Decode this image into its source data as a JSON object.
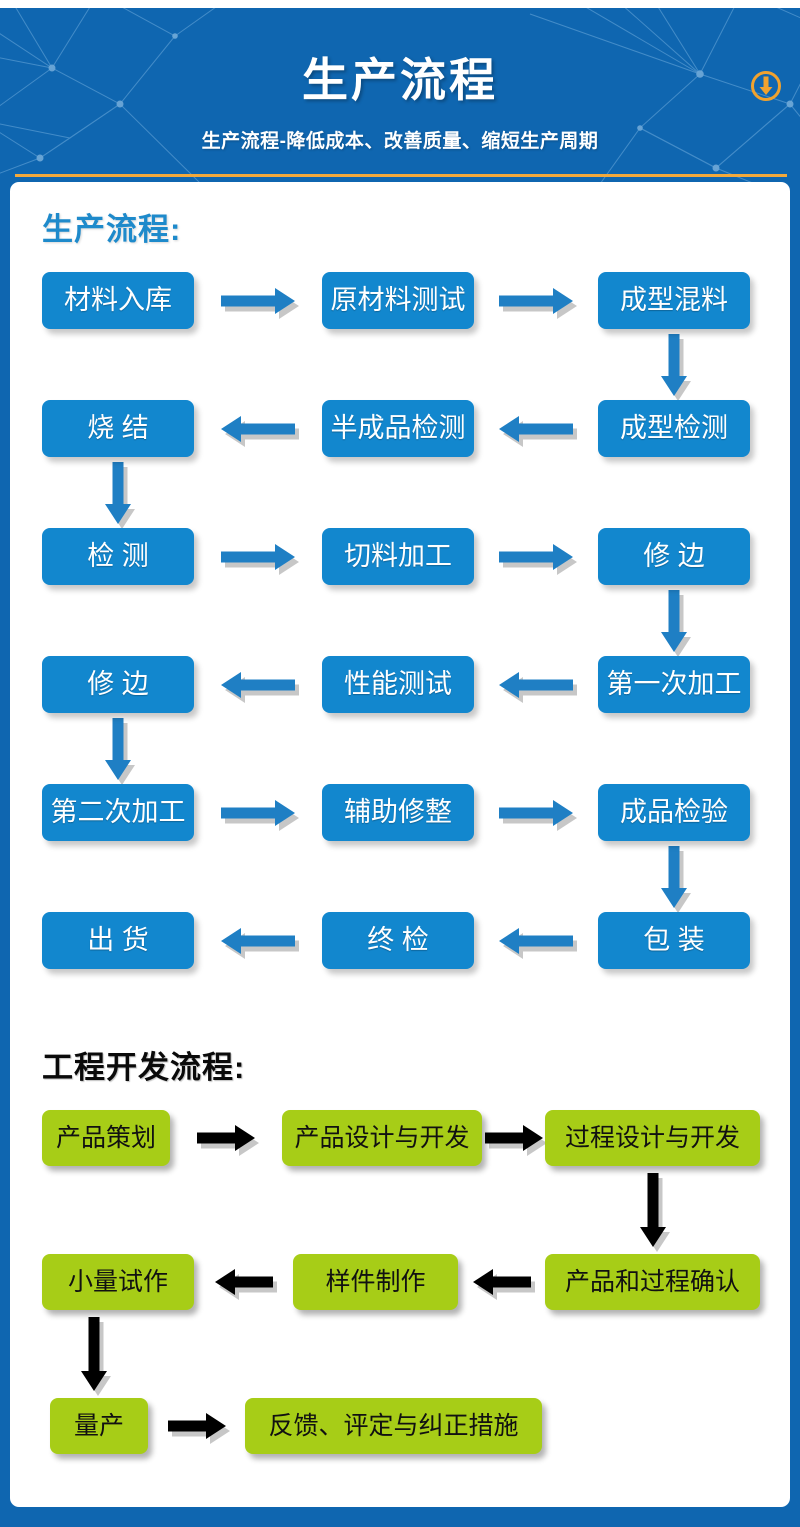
{
  "header": {
    "title": "生产流程",
    "subtitle": "生产流程-降低成本、改善质量、缩短生产周期",
    "download_icon": "download-circle-icon",
    "bg_color": "#0f66b0",
    "accent_line_color": "#f3a93c"
  },
  "sections": [
    {
      "id": "production",
      "title": "生产流程:",
      "title_color": "#1e8acb",
      "node_color": "#1287ce",
      "node_text_color": "#ffffff",
      "arrow_color": "#1f7fc4",
      "nodes": [
        {
          "label": "材料入库",
          "col": 0,
          "row": 0
        },
        {
          "label": "原材料测试",
          "col": 1,
          "row": 0
        },
        {
          "label": "成型混料",
          "col": 2,
          "row": 0
        },
        {
          "label": "成型检测",
          "col": 2,
          "row": 1
        },
        {
          "label": "半成品检测",
          "col": 1,
          "row": 1
        },
        {
          "label": "烧 结",
          "col": 0,
          "row": 1
        },
        {
          "label": "检 测",
          "col": 0,
          "row": 2
        },
        {
          "label": "切料加工",
          "col": 1,
          "row": 2
        },
        {
          "label": "修 边",
          "col": 2,
          "row": 2
        },
        {
          "label": "第一次加工",
          "col": 2,
          "row": 3
        },
        {
          "label": "性能测试",
          "col": 1,
          "row": 3
        },
        {
          "label": "修 边",
          "col": 0,
          "row": 3
        },
        {
          "label": "第二次加工",
          "col": 0,
          "row": 4
        },
        {
          "label": "辅助修整",
          "col": 1,
          "row": 4
        },
        {
          "label": "成品检验",
          "col": 2,
          "row": 4
        },
        {
          "label": "包 装",
          "col": 2,
          "row": 5
        },
        {
          "label": "终 检",
          "col": 1,
          "row": 5
        },
        {
          "label": "出 货",
          "col": 0,
          "row": 5
        }
      ]
    },
    {
      "id": "engineering",
      "title": "工程开发流程:",
      "title_color": "#0a0a0a",
      "node_color": "#a7cd17",
      "node_text_color": "#111111",
      "arrow_color": "#000000",
      "nodes": [
        {
          "label": "产品策划",
          "col": 0,
          "row": 0
        },
        {
          "label": "产品设计与开发",
          "col": 1,
          "row": 0
        },
        {
          "label": "过程设计与开发",
          "col": 2,
          "row": 0
        },
        {
          "label": "产品和过程确认",
          "col": 2,
          "row": 1
        },
        {
          "label": "样件制作",
          "col": 1,
          "row": 1
        },
        {
          "label": "小量试作",
          "col": 0,
          "row": 1
        },
        {
          "label": "量产",
          "col": 0,
          "row": 2
        },
        {
          "label": "反馈、评定与纠正措施",
          "col": 1,
          "row": 2
        }
      ]
    }
  ]
}
